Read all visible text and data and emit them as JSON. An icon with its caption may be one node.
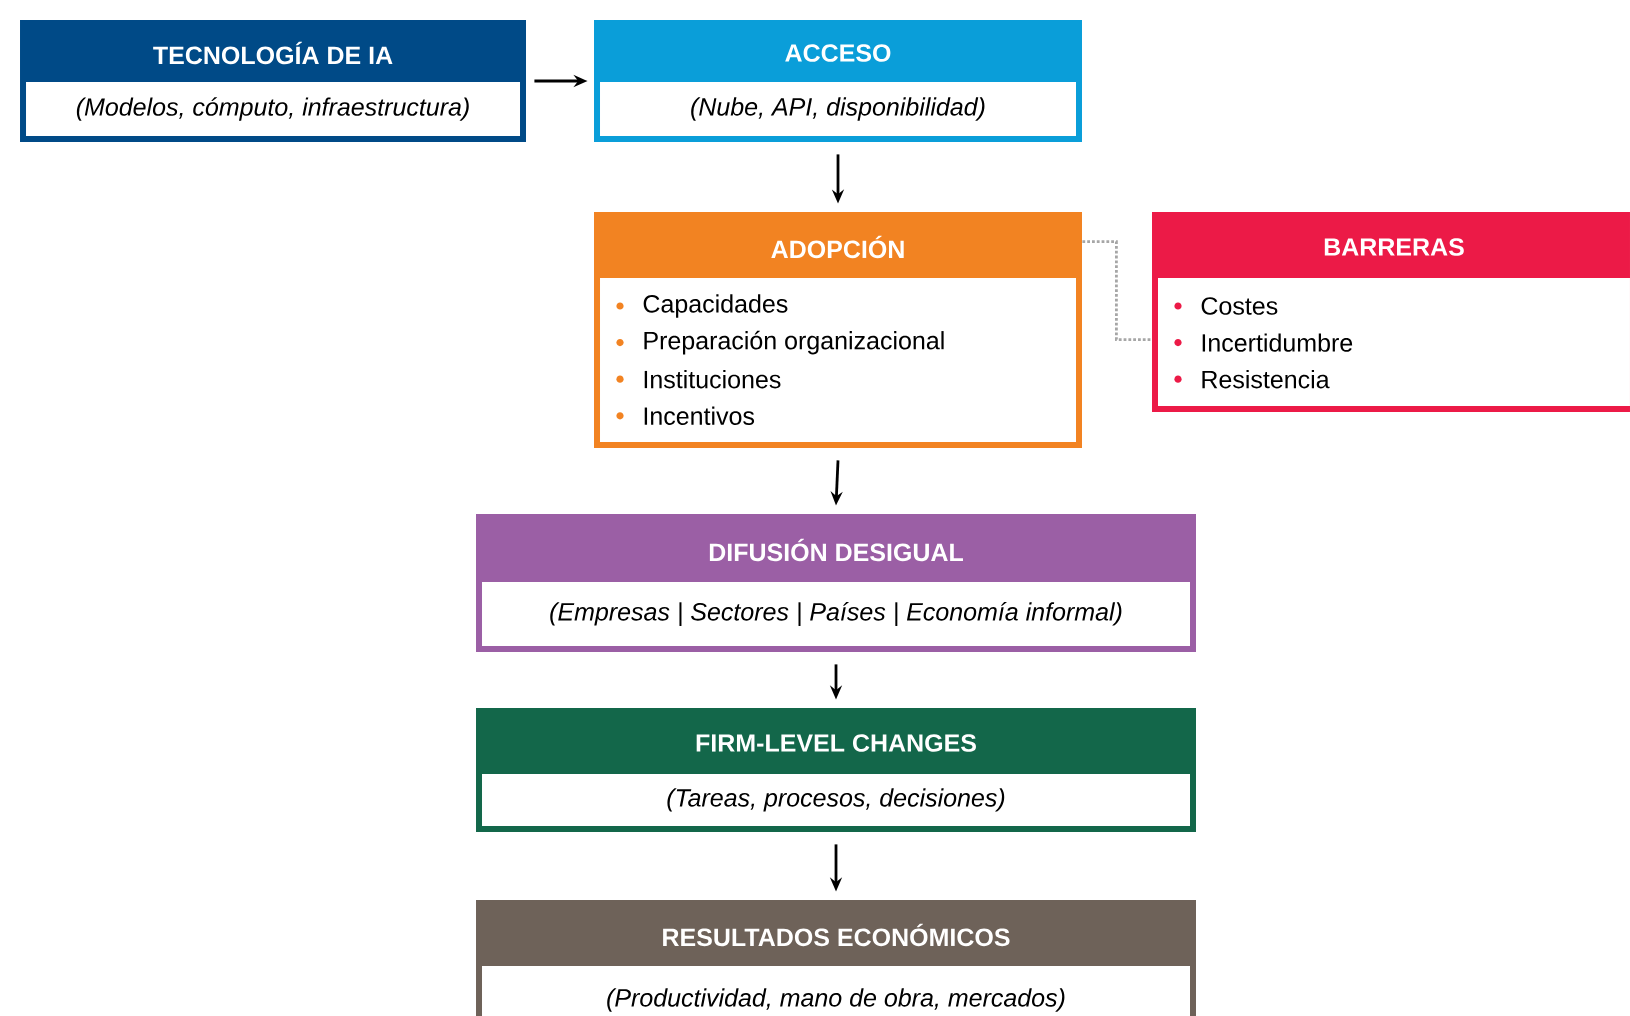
{
  "diagram": {
    "nodes": [
      {
        "text": [
          "TECNOLOGÍA DE IA",
          "(Modelos, cómputo, infraestructura)"
        ]
      },
      {
        "text": [
          "ACCESO",
          "(Nube, API, disponibilidad)"
        ]
      },
      {
        "text": [
          "ADOPCIÓN",
          "Capacidades",
          "Preparación organizacional",
          "Instituciones",
          "Incentivos"
        ]
      },
      {
        "text": [
          "BARRERAS",
          "Costes",
          "Incertidumbre",
          "Resistencia"
        ]
      },
      {
        "text": [
          "DIFUSIÓN DESIGUAL",
          "(Empresas | Sectores | Países | Economía informal)"
        ]
      },
      {
        "text": [
          "FIRM-LEVEL CHANGES",
          "(Tareas, procesos, decisiones)"
        ]
      },
      {
        "text": [
          "RESULTADOS ECONÓMICOS",
          "(Productividad, mano de obra, mercados)"
        ]
      }
    ],
    "edges": [
      {
        "from": 0,
        "to": 1,
        "arrow": "to"
      },
      {
        "from": 1,
        "to": 2,
        "arrow": "to"
      },
      {
        "from": 2,
        "to": 3,
        "arrow": "none",
        "style": "dashed",
        "color": "#a6a6a6"
      },
      {
        "from": 2,
        "to": 4,
        "arrow": "to"
      },
      {
        "from": 4,
        "to": 5,
        "arrow": "to"
      },
      {
        "from": 5,
        "to": 6,
        "arrow": "to"
      }
    ]
  }
}
